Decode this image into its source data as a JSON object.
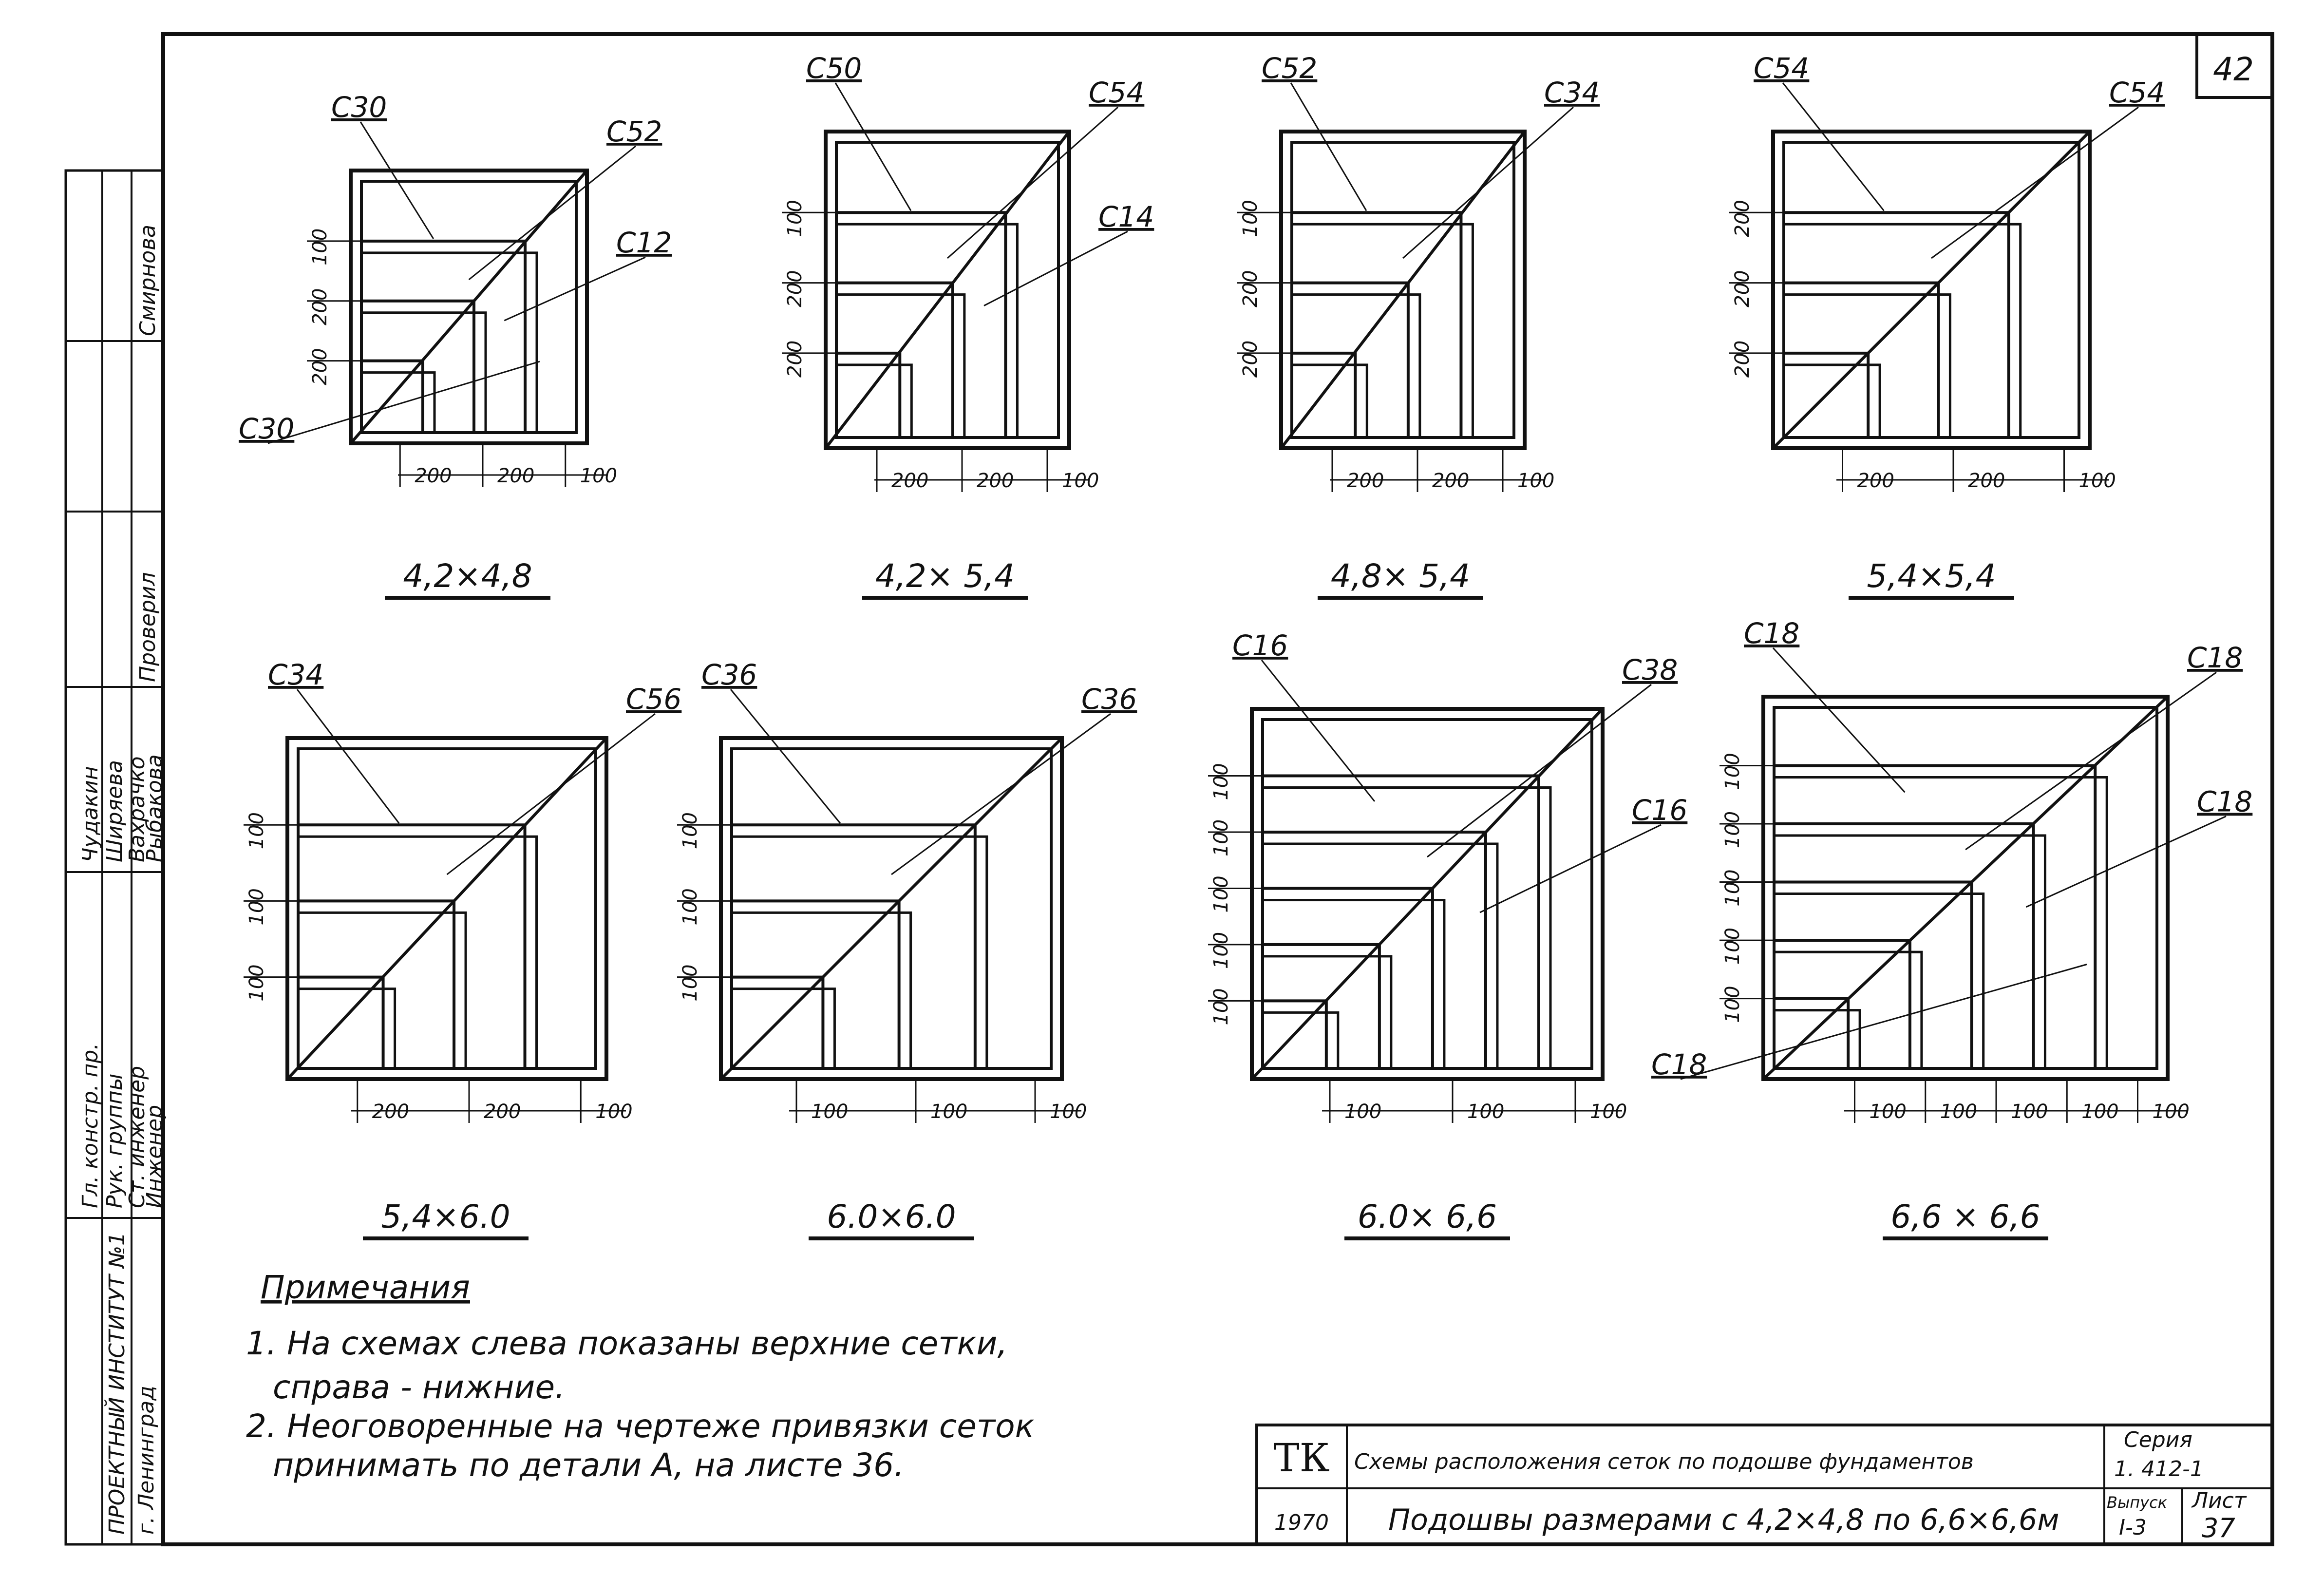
{
  "sheet_number": "42",
  "diagrams": [
    {
      "size_label": "4,2×4,8",
      "dims_left": [
        "100",
        "200",
        "200"
      ],
      "dims_bottom": [
        "200",
        "200",
        "100"
      ],
      "marks": [
        "С30",
        "С52",
        "С12",
        "С30"
      ]
    },
    {
      "size_label": "4,2× 5,4",
      "dims_left": [
        "100",
        "200",
        "200"
      ],
      "dims_bottom": [
        "200",
        "200",
        "100"
      ],
      "marks": [
        "С50",
        "С54",
        "С14"
      ]
    },
    {
      "size_label": "4,8× 5,4",
      "dims_left": [
        "100",
        "200",
        "200"
      ],
      "dims_bottom": [
        "200",
        "200",
        "100"
      ],
      "marks": [
        "С52",
        "С34"
      ]
    },
    {
      "size_label": "5,4×5,4",
      "dims_left": [
        "200",
        "200",
        "200"
      ],
      "dims_bottom": [
        "200",
        "200",
        "100"
      ],
      "marks": [
        "С54",
        "С54"
      ]
    },
    {
      "size_label": "5,4×6.0",
      "dims_left": [
        "100",
        "100",
        "100"
      ],
      "dims_bottom": [
        "200",
        "200",
        "100"
      ],
      "marks": [
        "С34",
        "С56"
      ]
    },
    {
      "size_label": "6.0×6.0",
      "dims_left": [
        "100",
        "100",
        "100"
      ],
      "dims_bottom": [
        "100",
        "100",
        "100"
      ],
      "marks": [
        "С36",
        "С36"
      ]
    },
    {
      "size_label": "6.0× 6,6",
      "dims_left": [
        "100",
        "100",
        "100",
        "100",
        "100"
      ],
      "dims_bottom": [
        "100",
        "100",
        "100"
      ],
      "marks": [
        "С16",
        "С38",
        "С16"
      ]
    },
    {
      "size_label": "6,6 × 6,6",
      "dims_left": [
        "100",
        "100",
        "100",
        "100",
        "100"
      ],
      "dims_bottom": [
        "100",
        "100",
        "100",
        "100",
        "100"
      ],
      "marks": [
        "С18",
        "С18",
        "С18",
        "С18"
      ]
    }
  ],
  "notes": {
    "heading": "Примечания",
    "lines": [
      "1. На схемах слева показаны верхние сетки,",
      "справа - нижние.",
      "2. Неоговоренные на чертеже привязки сеток",
      "принимать по детали А, на листе 36."
    ]
  },
  "side_stamp": {
    "institute": "ПРОЕКТНЫЙ ИНСТИТУТ №1",
    "city": "г. Ленинград",
    "roles": [
      "Гл. констр. пр.",
      "Рук. группы",
      "Ст. инженер",
      "Инженер"
    ],
    "names": [
      "Чудакин",
      "Ширяева",
      "Вахрачко",
      "Рыбакова"
    ],
    "checked_role": "Проверил",
    "checked_name": "Смирнова"
  },
  "title_block": {
    "code": "ТК",
    "year": "1970",
    "title": "Схемы расположения сеток по подошве фундаментов",
    "subtitle": "Подошвы размерами с 4,2×4,8 по 6,6×6,6м",
    "series_label": "Серия",
    "series": "1. 412-1",
    "issue_label": "Выпуск",
    "issue": "I-3",
    "sheet_label": "Лист",
    "sheet": "37"
  }
}
